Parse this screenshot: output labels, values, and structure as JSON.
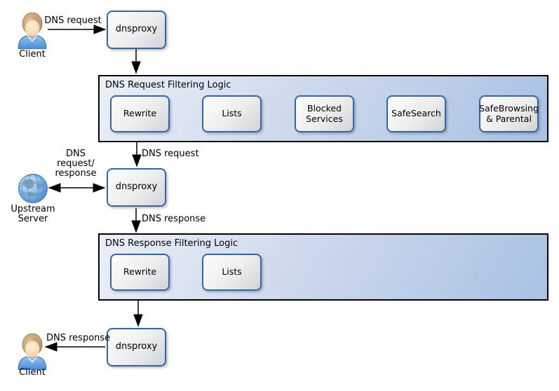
{
  "diagram": {
    "nodes": {
      "client_top": {
        "label": "Client"
      },
      "client_bottom": {
        "label": "Client"
      },
      "upstream_server": {
        "label": "Upstream\nServer"
      },
      "dnsproxy_top": {
        "label": "dnsproxy"
      },
      "dnsproxy_middle": {
        "label": "dnsproxy"
      },
      "dnsproxy_bottom": {
        "label": "dnsproxy"
      }
    },
    "containers": {
      "request_filtering": {
        "title": "DNS Request Filtering Logic",
        "steps": [
          "Rewrite",
          "Lists",
          "Blocked Services",
          "SafeSearch",
          "SafeBrowsing & Parental"
        ]
      },
      "response_filtering": {
        "title": "DNS Response Filtering Logic",
        "steps": [
          "Rewrite",
          "Lists"
        ]
      }
    },
    "edge_labels": {
      "client_request": "DNS request",
      "filtered_request": "DNS request",
      "upstream_exchange": "DNS\nrequest/\nresponse",
      "proxy_response": "DNS response",
      "client_response": "DNS response"
    },
    "colors": {
      "node_border": "#3465a4",
      "node_fill_light": "#fdfdfd",
      "node_fill_dark": "#d2d3d5",
      "container_border": "#000000",
      "container_fill_light": "#ebeff7",
      "container_fill_dark": "#a9c1e4",
      "arrow": "#000000",
      "text": "#000000"
    }
  }
}
